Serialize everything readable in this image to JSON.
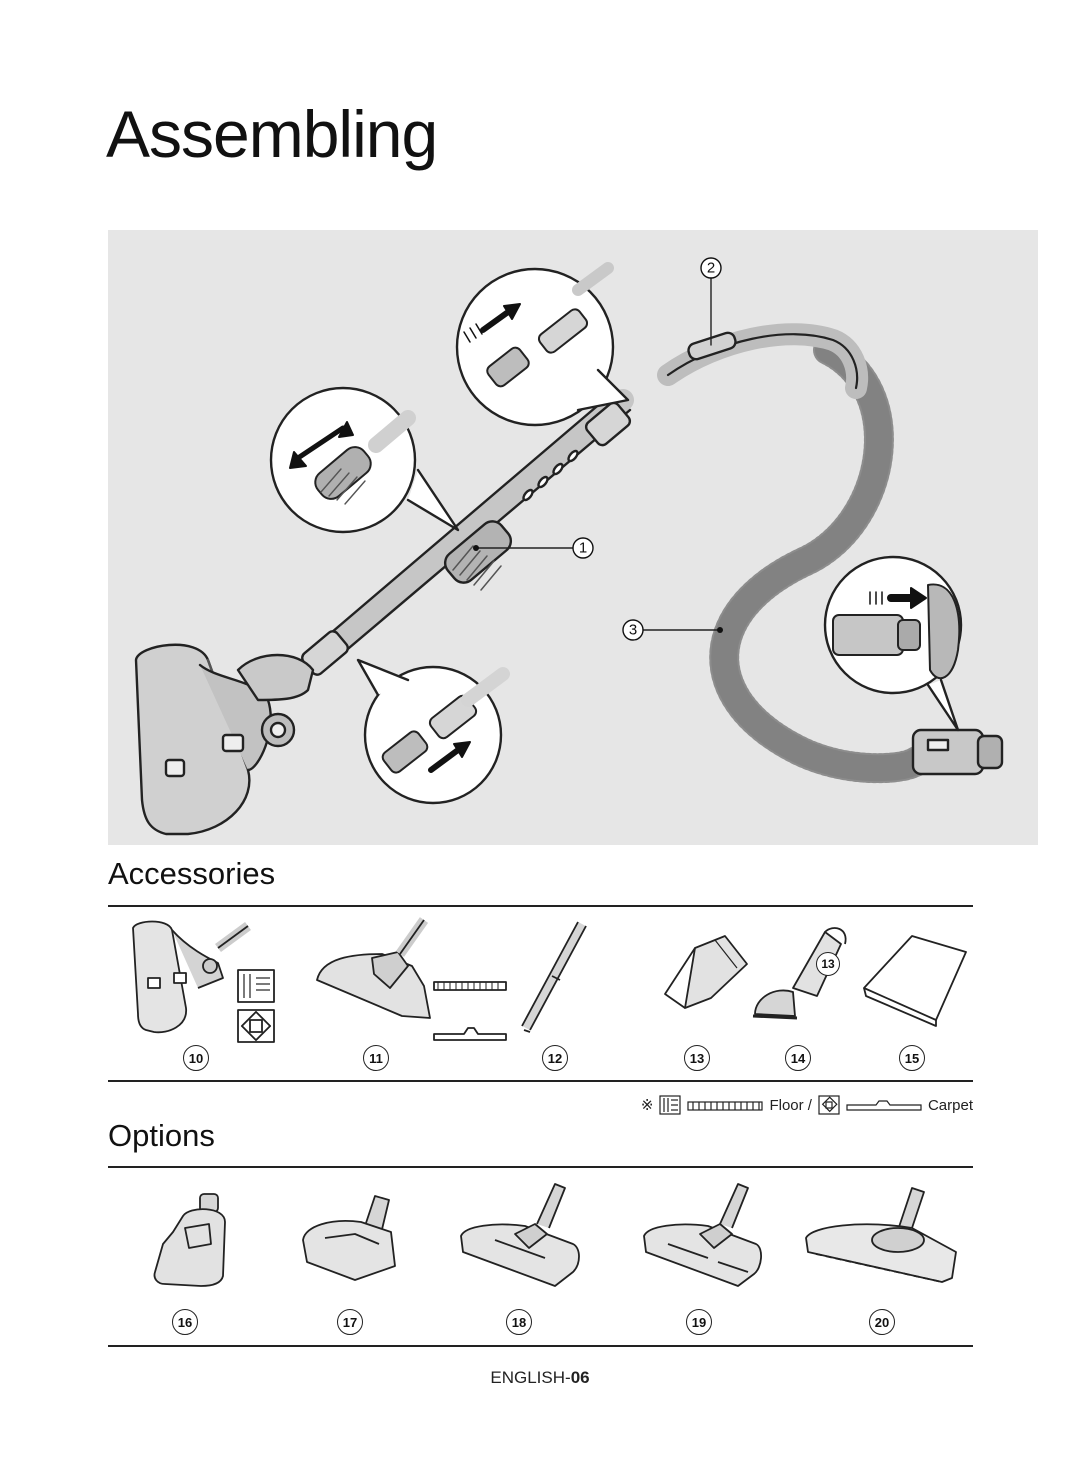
{
  "page_title": "Assembling",
  "assembly": {
    "callouts": [
      "2",
      "1",
      "3"
    ]
  },
  "accessories": {
    "heading": "Accessories",
    "items": [
      {
        "number": "10",
        "icon": "turbo-brush-nozzle-icon"
      },
      {
        "number": "11",
        "icon": "floor-carpet-nozzle-icon"
      },
      {
        "number": "12",
        "icon": "telescopic-pipe-icon"
      },
      {
        "number": "13",
        "icon": "crevice-tool-icon"
      },
      {
        "number": "14",
        "icon": "dusting-brush-icon"
      },
      {
        "number": "15",
        "icon": "user-manual-icon"
      }
    ],
    "inline_label": "13",
    "legend": {
      "symbol": "※",
      "floor_label": "Floor /",
      "carpet_label": "Carpet"
    }
  },
  "options": {
    "heading": "Options",
    "items": [
      {
        "number": "16",
        "icon": "mini-turbo-brush-icon"
      },
      {
        "number": "17",
        "icon": "pet-brush-icon"
      },
      {
        "number": "18",
        "icon": "twister-brush-icon"
      },
      {
        "number": "19",
        "icon": "floor-brush-icon"
      },
      {
        "number": "20",
        "icon": "parquet-brush-icon"
      }
    ]
  },
  "footer": {
    "prefix": "ENGLISH-",
    "page_number": "06"
  },
  "colors": {
    "panel_background": "#e6e6e6",
    "ink": "#111111"
  }
}
